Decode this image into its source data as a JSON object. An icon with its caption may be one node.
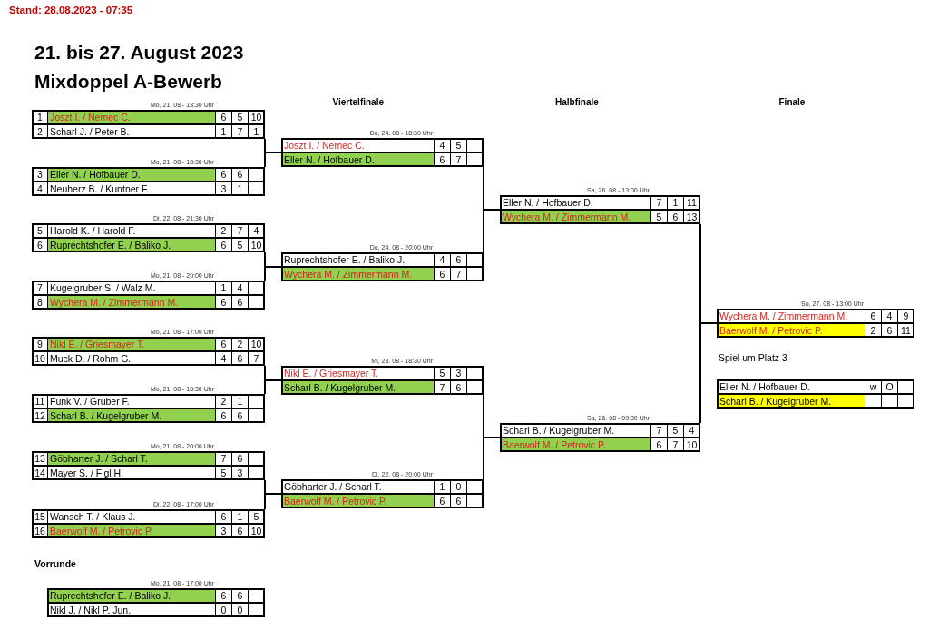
{
  "diagram": {
    "title": "21. bis 27. August 2023 Mixdoppel A-Bewerb",
    "nodes": [
      {
        "text": [
          "Mo, 21. 08 - 18:30 Uhr"
        ]
      },
      {
        "text": [
          "1",
          "Joszt I. / Nemec C.",
          "6",
          "5",
          "10"
        ],
        "in": 0
      },
      {
        "text": [
          "2",
          "Scharl J. / Peter B.",
          "1",
          "7",
          "1"
        ],
        "in": 0
      },
      {
        "text": [
          "Mo, 21. 08 - 18:30 Uhr"
        ]
      },
      {
        "text": [
          "3",
          "Eller N. / Hofbauer D.",
          "6",
          "6"
        ],
        "in": 3
      },
      {
        "text": [
          "4",
          "Neuherz B. / Kuntner F.",
          "3",
          "1"
        ],
        "in": 3
      },
      {
        "text": [
          "Di, 22. 08 - 21:30 Uhr"
        ]
      },
      {
        "text": [
          "5",
          "Harold K. / Harold F.",
          "2",
          "7",
          "4"
        ],
        "in": 6
      },
      {
        "text": [
          "6",
          "Ruprechtshofer E. / Baliko J.",
          "6",
          "5",
          "10"
        ],
        "in": 6
      },
      {
        "text": [
          "Mo, 21. 08 - 20:00 Uhr"
        ]
      },
      {
        "text": [
          "7",
          "Kugelgruber S. / Walz M.",
          "1",
          "4"
        ],
        "in": 9
      },
      {
        "text": [
          "8",
          "Wychera M. / Zimmermann M.",
          "6",
          "6"
        ],
        "in": 9
      },
      {
        "text": [
          "Mo, 21. 08 - 17:00 Uhr"
        ]
      },
      {
        "text": [
          "9",
          "Nikl E. / Griesmayer T.",
          "6",
          "2",
          "10"
        ],
        "in": 12
      },
      {
        "text": [
          "10",
          "Muck D. / Rohm G.",
          "4",
          "6",
          "7"
        ],
        "in": 12
      },
      {
        "text": [
          "Mo, 21. 08 - 18:30 Uhr"
        ]
      },
      {
        "text": [
          "11",
          "Funk V. / Gruber F.",
          "2",
          "1"
        ],
        "in": 15
      },
      {
        "text": [
          "12",
          "Scharl B. / Kugelgruber M.",
          "6",
          "6"
        ],
        "in": 15
      },
      {
        "text": [
          "Mo, 21. 08 - 20:00 Uhr"
        ]
      },
      {
        "text": [
          "13",
          "Göbharter J. / Scharl T.",
          "7",
          "6"
        ],
        "in": 18
      },
      {
        "text": [
          "14",
          "Mayer S. / Figl H.",
          "5",
          "3"
        ],
        "in": 18
      },
      {
        "text": [
          "Di, 22. 08 - 17:00 Uhr"
        ]
      },
      {
        "text": [
          "15",
          "Wansch T. / Klaus J.",
          "6",
          "1",
          "5"
        ],
        "in": 21
      },
      {
        "text": [
          "16",
          "Baerwolf M. / Petrovic P.",
          "3",
          "6",
          "10"
        ],
        "in": 21
      },
      {
        "text": [
          "Mo, 21. 08 - 17:00 Uhr"
        ]
      },
      {
        "text": [
          "Ruprechtshofer E. / Baliko J.",
          "6",
          "6"
        ],
        "in": 24
      },
      {
        "text": [
          "Nikl J. / Nikl P. Jun.",
          "0",
          "0"
        ],
        "in": 24
      },
      {
        "text": [
          "Do, 24. 08 - 18:30 Uhr"
        ]
      },
      {
        "text": [
          "Joszt I. / Nemec C.",
          "4",
          "5"
        ],
        "in": 27
      },
      {
        "text": [
          "Eller N. / Hofbauer D.",
          "6",
          "7"
        ],
        "in": 27
      },
      {
        "text": [
          "Do, 24. 08 - 20:00 Uhr"
        ]
      },
      {
        "text": [
          "Ruprechtshofer E. / Baliko J.",
          "4",
          "6"
        ],
        "in": 30
      },
      {
        "text": [
          "Wychera M. / Zimmermann M.",
          "6",
          "7"
        ],
        "in": 30
      },
      {
        "text": [
          "Mi, 23. 08 - 18:30 Uhr"
        ]
      },
      {
        "text": [
          "Nikl E. / Griesmayer T.",
          "5",
          "3"
        ],
        "in": 33
      },
      {
        "text": [
          "Scharl B. / Kugelgruber M.",
          "7",
          "6"
        ],
        "in": 33
      },
      {
        "text": [
          "Di, 22. 08 - 20:00 Uhr"
        ]
      },
      {
        "text": [
          "Göbharter J. / Scharl T.",
          "1",
          "0"
        ],
        "in": 36
      },
      {
        "text": [
          "Baerwolf M. / Petrovic P.",
          "6",
          "6"
        ],
        "in": 36
      },
      {
        "text": [
          "Sa, 26. 08 - 13:00 Uhr"
        ]
      },
      {
        "text": [
          "Eller N. / Hofbauer D.",
          "7",
          "1",
          "11"
        ],
        "in": 39
      },
      {
        "text": [
          "Wychera M. / Zimmermann M.",
          "5",
          "6",
          "13"
        ],
        "in": 39
      },
      {
        "text": [
          "Sa, 26. 08 - 09:30 Uhr"
        ]
      },
      {
        "text": [
          "Scharl B. / Kugelgruber M.",
          "7",
          "5",
          "4"
        ],
        "in": 42
      },
      {
        "text": [
          "Baerwolf M. / Petrovic P.",
          "6",
          "7",
          "10"
        ],
        "in": 42
      },
      {
        "text": [
          "So, 27. 08 - 13:00 Uhr"
        ]
      },
      {
        "text": [
          "Wychera M. / Zimmermann M.",
          "6",
          "4",
          "9"
        ],
        "in": 45
      },
      {
        "text": [
          "Baerwolf M. / Petrovic P.",
          "2",
          "6",
          "11"
        ],
        "in": 45
      },
      {
        "text": [],
        "shape": "box"
      },
      {
        "text": [
          "Eller N. / Hofbauer D.",
          "w",
          "O"
        ],
        "in": 48
      },
      {
        "text": [
          "Scharl B. / Kugelgruber M."
        ],
        "in": 48
      }
    ],
    "edges": [
      {
        "from": 0,
        "to": 27,
        "arrow": "none"
      },
      {
        "from": 3,
        "to": 27,
        "arrow": "none"
      },
      {
        "from": 6,
        "to": 30,
        "arrow": "none"
      },
      {
        "from": 9,
        "to": 30,
        "arrow": "none"
      },
      {
        "from": 12,
        "to": 33,
        "arrow": "none"
      },
      {
        "from": 15,
        "to": 33,
        "arrow": "none"
      },
      {
        "from": 18,
        "to": 36,
        "arrow": "none"
      },
      {
        "from": 21,
        "to": 36,
        "arrow": "none"
      },
      {
        "from": 27,
        "to": 39,
        "arrow": "none"
      },
      {
        "from": 30,
        "to": 39,
        "arrow": "none"
      },
      {
        "from": 33,
        "to": 42,
        "arrow": "none"
      },
      {
        "from": 36,
        "to": 42,
        "arrow": "none"
      },
      {
        "from": 39,
        "to": 45,
        "arrow": "none"
      },
      {
        "from": 42,
        "to": 45,
        "arrow": "none"
      }
    ],
    "labels": [
      "Stand: 28.08.2023 - 07:35",
      "Viertelfinale",
      "Halbfinale",
      "Finale",
      "Spiel um Platz 3",
      "Vorrunde"
    ]
  }
}
